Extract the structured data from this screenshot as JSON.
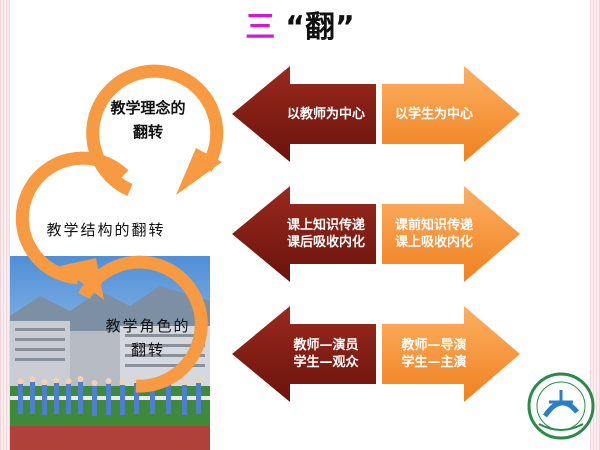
{
  "title": {
    "num": "三",
    "text": "“翻”"
  },
  "left_labels": {
    "concept": [
      "教学理念的",
      "翻转"
    ],
    "structure": "教学结构的翻转",
    "role": [
      "教学角色的",
      "翻转"
    ]
  },
  "rows": [
    {
      "left": [
        "以教师为中心"
      ],
      "right": [
        "以学生为中心"
      ]
    },
    {
      "left": [
        "课上知识传递",
        "课后吸收内化"
      ],
      "right": [
        "课前知识传递",
        "课上吸收内化"
      ]
    },
    {
      "left": [
        "教师—演员",
        "学生—观众"
      ],
      "right": [
        "教师—导演",
        "学生—主演"
      ]
    }
  ],
  "colors": {
    "dark_red": "#7d1a12",
    "orange": "#f7923a",
    "ring": "#f79a42",
    "title_num": "#d11ad1"
  },
  "icons": {
    "logo": "school-emblem-icon"
  }
}
